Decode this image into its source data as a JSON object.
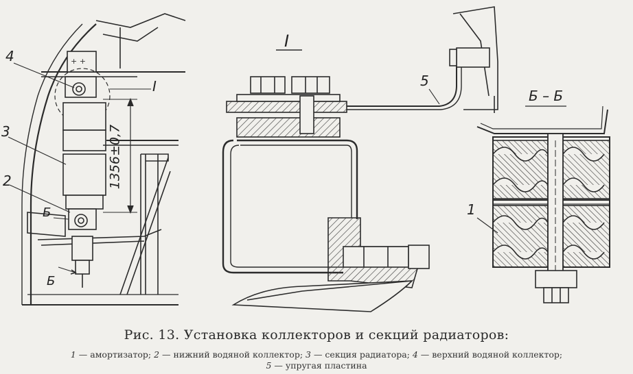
{
  "figure": {
    "section_label": "I",
    "section_view_label": "Б – Б",
    "dimension_label": "1356±0,7",
    "callouts": {
      "c1": "1",
      "c2": "2",
      "c3": "3",
      "c4": "4",
      "c5": "5",
      "c_I": "I",
      "c_b_top": "Б",
      "c_b_bottom": "Б"
    }
  },
  "caption": {
    "title": "Рис. 13. Установка коллекторов и секций радиаторов:",
    "legend": [
      {
        "num": "1",
        "text": "амортизатор;"
      },
      {
        "num": "2",
        "text": "нижний водяной коллектор;"
      },
      {
        "num": "3",
        "text": "секция радиатора;"
      },
      {
        "num": "4",
        "text": "верхний водяной коллектор;"
      },
      {
        "num": "5",
        "text": "упругая пластина"
      }
    ]
  }
}
